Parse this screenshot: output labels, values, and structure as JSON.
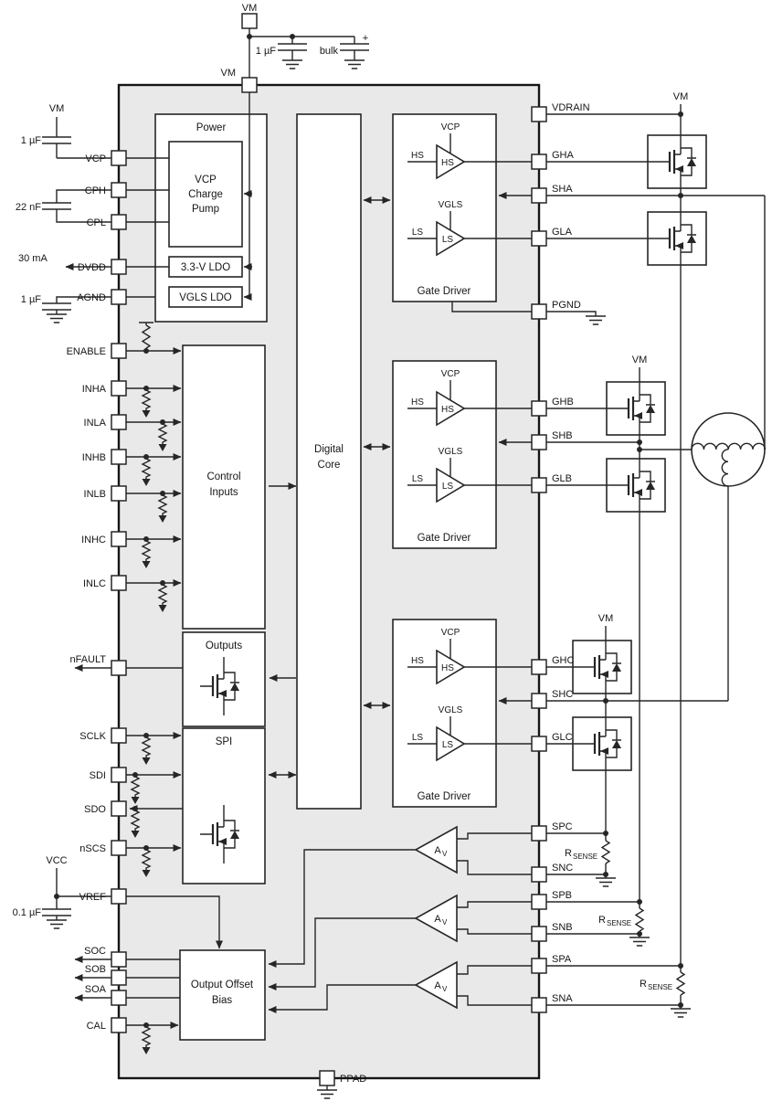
{
  "labels": {
    "vm": "VM",
    "cap_1uf": "1 µF",
    "bulk": "bulk",
    "plus": "+",
    "cap_22nf": "22 nF",
    "cap_01uf": "0.1 µF",
    "dvdd_current": "30 mA",
    "vcc": "VCC"
  },
  "pins": {
    "top": "VM",
    "bottom": "PPAD",
    "left": [
      "VCP",
      "CPH",
      "CPL",
      "DVDD",
      "AGND",
      "ENABLE",
      "INHA",
      "INLA",
      "INHB",
      "INLB",
      "INHC",
      "INLC",
      "nFAULT",
      "SCLK",
      "SDI",
      "SDO",
      "nSCS",
      "VREF",
      "SOC",
      "SOB",
      "SOA",
      "CAL"
    ],
    "right": [
      "VDRAIN",
      "GHA",
      "SHA",
      "GLA",
      "PGND",
      "GHB",
      "SHB",
      "GLB",
      "GHC",
      "SHC",
      "GLC",
      "SPC",
      "SNC",
      "SPB",
      "SNB",
      "SPA",
      "SNA"
    ]
  },
  "blocks": {
    "power": "Power",
    "charge_pump": [
      "VCP",
      "Charge",
      "Pump"
    ],
    "ldo": "3.3-V LDO",
    "vgls_ldo": "VGLS LDO",
    "control_inputs": [
      "Control",
      "Inputs"
    ],
    "digital_core": [
      "Digital",
      "Core"
    ],
    "outputs": "Outputs",
    "spi": "SPI",
    "offset_bias": [
      "Output Offset",
      "Bias"
    ],
    "gate_driver": {
      "vcp": "VCP",
      "hs": "HS",
      "vgls": "VGLS",
      "ls": "LS",
      "title": "Gate Driver"
    }
  },
  "amp": {
    "a": "A",
    "sub": "V"
  },
  "sense": {
    "r": "R",
    "sub": "SENSE"
  }
}
